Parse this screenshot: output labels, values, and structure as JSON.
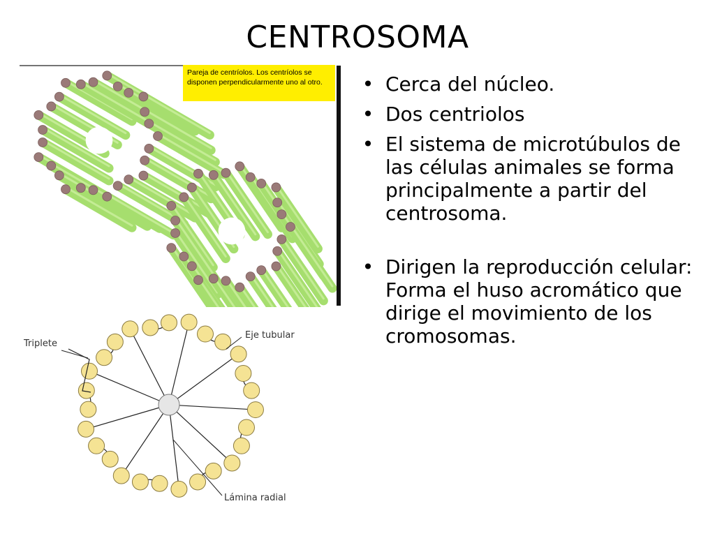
{
  "slide": {
    "title": "CENTROSOMA"
  },
  "figure_top": {
    "caption": "Pareja de centríolos. Los centríolos se disponen perpendicularmente uno al otro.",
    "tube_color": "#a6de6e",
    "tube_end_color": "#9a7a78"
  },
  "figure_bottom": {
    "label_triplete": "Triplete",
    "label_eje": "Eje tubular",
    "label_lamina": "Lámina radial",
    "triplet_color": "#f5e394"
  },
  "bullets": [
    {
      "text": "Cerca del núcleo."
    },
    {
      "text": "Dos centriolos"
    },
    {
      "text": "El sistema de microtúbulos de las células animales se forma principalmente a partir del centrosoma."
    },
    {
      "text": "Dirigen la reproducción celular: Forma el huso acromático que dirige el movimiento de los cromosomas."
    }
  ],
  "bullet_symbol": "•"
}
